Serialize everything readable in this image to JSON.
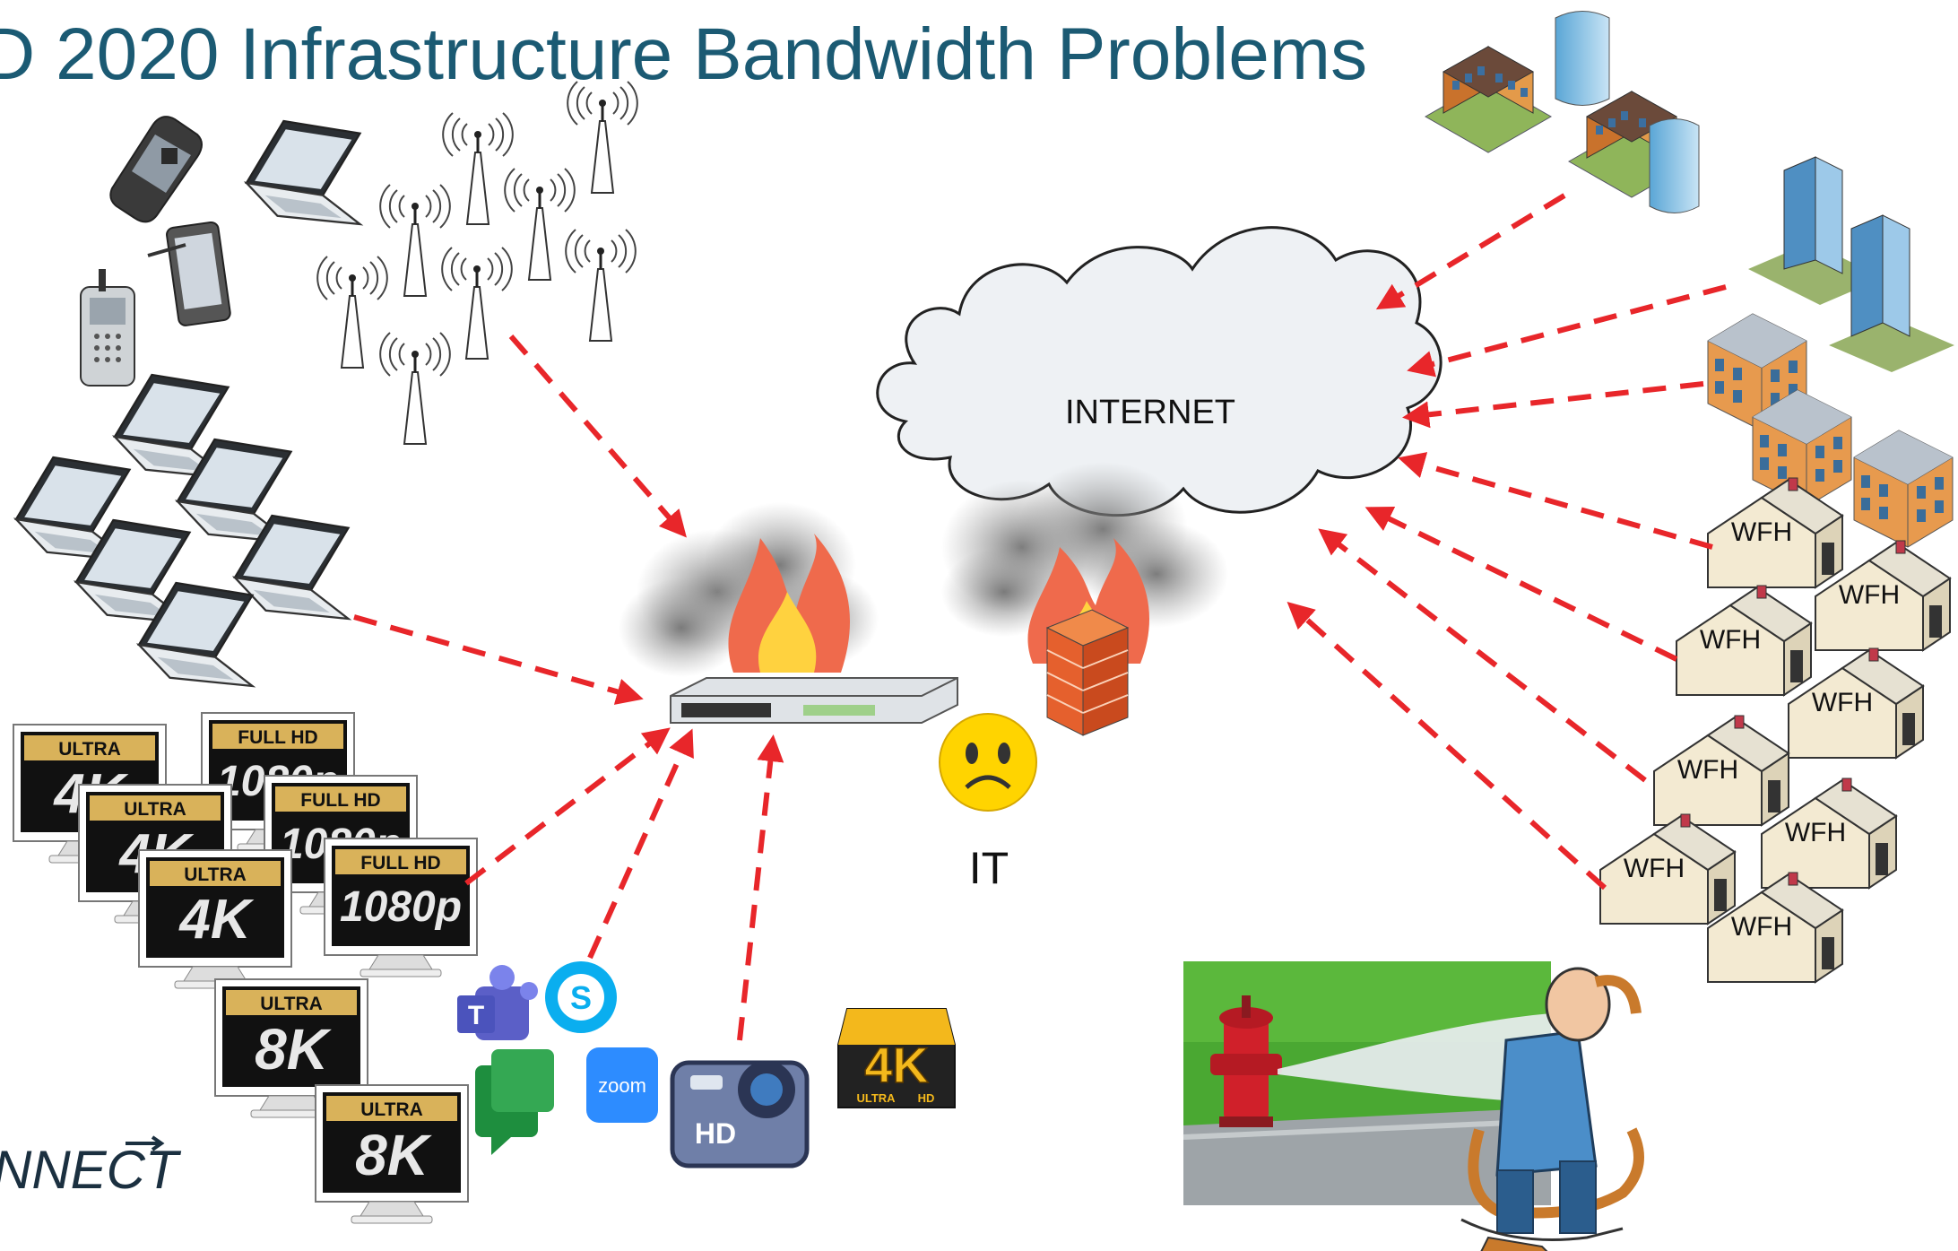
{
  "title": "D 2020 Infrastructure Bandwidth Problems",
  "cloud_label": "INTERNET",
  "it_label": "IT",
  "house_label": "WFH",
  "brand_fragment": "NNECT",
  "badges": {
    "uhd_top": "ULTRA",
    "uhd_bold": "HD",
    "k4": "4K",
    "k8": "8K",
    "fullhd": "FULL HD",
    "p1080": "1080p",
    "ultra": "ULTRA",
    "hd": "HD"
  },
  "apps": {
    "teams": "T",
    "skype": "S",
    "zoom": "zoom",
    "camera": "HD"
  },
  "colors": {
    "title": "#1b5a73",
    "arrow": "#e8262a",
    "cloud_fill": "#eef1f4",
    "badge_gold": "#d9b25a",
    "smiley": "#ffd400"
  },
  "icons": [
    "phone-icon",
    "laptop-icon",
    "tablet-icon",
    "cell-tower-icon",
    "switch-icon",
    "firewall-icon",
    "fire-icon",
    "smoke-icon",
    "building-icon",
    "house-icon",
    "teams-icon",
    "skype-icon",
    "zoom-icon",
    "google-chat-icon",
    "camera-icon",
    "sad-face-icon",
    "fire-hydrant-icon",
    "person-with-hose-icon"
  ]
}
